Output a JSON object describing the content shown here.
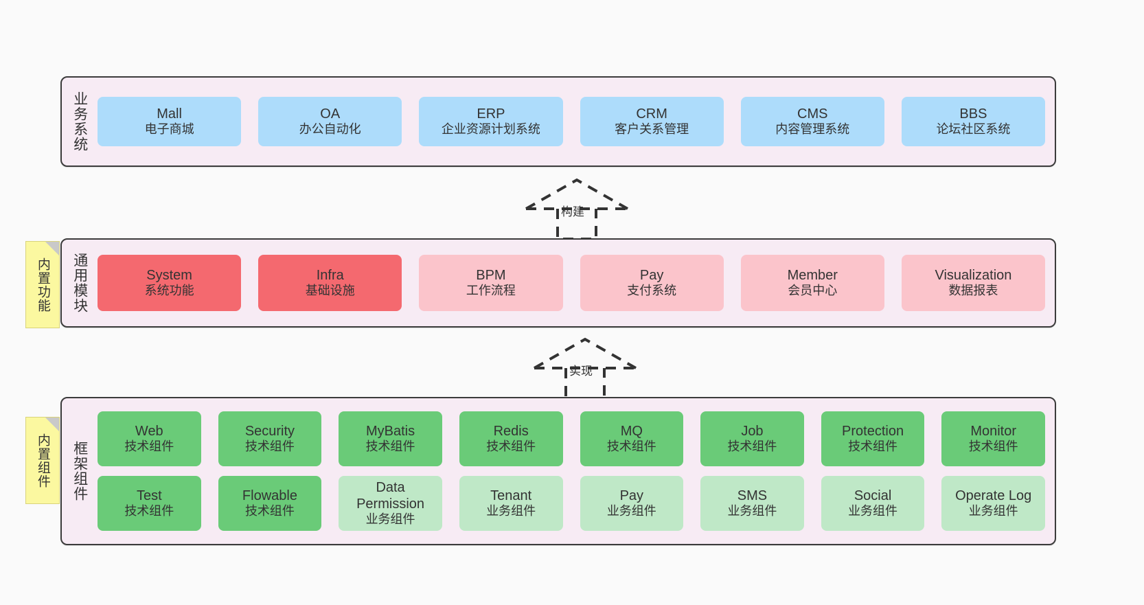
{
  "diagram": {
    "title_hidden": "",
    "colors": {
      "canvas": "#fafafa",
      "layer_bg": "#f7ebf4",
      "layer_border": "#3b3b3b",
      "blue": "#addcfb",
      "red": "#f4696f",
      "pink": "#fbc4cb",
      "green": "#6acb78",
      "green_light": "#bfe8c7",
      "note": "#fbf8a0",
      "note_fold": "#c9c9c9"
    }
  },
  "notes": {
    "functions": "内置功能",
    "components": "内置组件"
  },
  "arrows": {
    "build": {
      "label": "构建",
      "style": "dashed-hollow-triangle-up"
    },
    "implement": {
      "label": "实现",
      "style": "dashed-hollow-triangle-up"
    }
  },
  "layers": {
    "business": {
      "title": "业务系统",
      "cards": [
        {
          "en": "Mall",
          "cn": "电子商城",
          "color": "blue"
        },
        {
          "en": "OA",
          "cn": "办公自动化",
          "color": "blue"
        },
        {
          "en": "ERP",
          "cn": "企业资源计划系统",
          "color": "blue"
        },
        {
          "en": "CRM",
          "cn": "客户关系管理",
          "color": "blue"
        },
        {
          "en": "CMS",
          "cn": "内容管理系统",
          "color": "blue"
        },
        {
          "en": "BBS",
          "cn": "论坛社区系统",
          "color": "blue"
        }
      ]
    },
    "common": {
      "title": "通用模块",
      "cards": [
        {
          "en": "System",
          "cn": "系统功能",
          "color": "red"
        },
        {
          "en": "Infra",
          "cn": "基础设施",
          "color": "red"
        },
        {
          "en": "BPM",
          "cn": "工作流程",
          "color": "pink"
        },
        {
          "en": "Pay",
          "cn": "支付系统",
          "color": "pink"
        },
        {
          "en": "Member",
          "cn": "会员中心",
          "color": "pink"
        },
        {
          "en": "Visualization",
          "cn": "数据报表",
          "color": "pink"
        }
      ]
    },
    "framework": {
      "title": "框架组件",
      "row1": [
        {
          "en": "Web",
          "cn": "技术组件",
          "color": "green"
        },
        {
          "en": "Security",
          "cn": "技术组件",
          "color": "green"
        },
        {
          "en": "MyBatis",
          "cn": "技术组件",
          "color": "green"
        },
        {
          "en": "Redis",
          "cn": "技术组件",
          "color": "green"
        },
        {
          "en": "MQ",
          "cn": "技术组件",
          "color": "green"
        },
        {
          "en": "Job",
          "cn": "技术组件",
          "color": "green"
        },
        {
          "en": "Protection",
          "cn": "技术组件",
          "color": "green"
        },
        {
          "en": "Monitor",
          "cn": "技术组件",
          "color": "green"
        }
      ],
      "row2": [
        {
          "en": "Test",
          "cn": "技术组件",
          "color": "green"
        },
        {
          "en": "Flowable",
          "cn": "技术组件",
          "color": "green"
        },
        {
          "en": "Data Permission",
          "cn": "业务组件",
          "color": "green_light"
        },
        {
          "en": "Tenant",
          "cn": "业务组件",
          "color": "green_light"
        },
        {
          "en": "Pay",
          "cn": "业务组件",
          "color": "green_light"
        },
        {
          "en": "SMS",
          "cn": "业务组件",
          "color": "green_light"
        },
        {
          "en": "Social",
          "cn": "业务组件",
          "color": "green_light"
        },
        {
          "en": "Operate Log",
          "cn": "业务组件",
          "color": "green_light"
        }
      ]
    }
  }
}
